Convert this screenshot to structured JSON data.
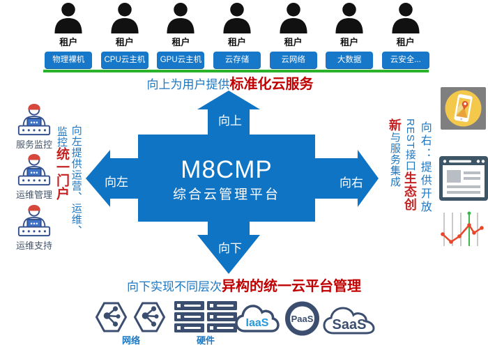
{
  "tenants": {
    "label": "租户",
    "services": [
      "物理裸机",
      "CPU云主机",
      "GPU云主机",
      "云存储",
      "云网络",
      "大数据",
      "云安全..."
    ]
  },
  "top_caption": {
    "blue": "向上为用户提供",
    "red": "标准化云服务"
  },
  "center": {
    "title": "M8CMP",
    "subtitle": "综合云管理平台",
    "arrow_up": "向上",
    "arrow_down": "向下",
    "arrow_left": "向左",
    "arrow_right": "向右"
  },
  "left_panel": {
    "items": [
      "服务监控",
      "运维管理",
      "运维支持"
    ],
    "col_outer": "向左提供运营、运维、",
    "col_inner_blue": "监控",
    "col_inner_red": "统一门户"
  },
  "right_panel": {
    "col1": "向右：提供开放",
    "col2_blue": "REST接口",
    "col2_red": "生态创",
    "col3_red": "新",
    "col3_blue": "与服务集成"
  },
  "bottom_caption": {
    "blue": "向下实现不同层次",
    "red": "异构的统一云平台管理"
  },
  "bottom_icons": {
    "network_label": "网络",
    "hardware_label": "硬件",
    "iaas": "IaaS",
    "paas": "PaaS",
    "saas": "SaaS"
  },
  "icons": {
    "tenant": "person-silhouette-icon",
    "left_items": "operator-at-desk-icon",
    "network": "hexagon-network-node-icon",
    "hardware": "server-rack-icon",
    "right_top": "mobile-app-map-icon",
    "right_middle": "browser-window-icon",
    "right_bottom": "line-chart-icon"
  },
  "colors": {
    "cross_blue": "#1074C5",
    "chip_blue": "#1777C9",
    "divider_green": "#2CB32C",
    "text_blue": "#1D76C0",
    "text_red": "#C00000",
    "icon_navy": "#3C4E6F",
    "ops_outline_navy": "#33518F",
    "cap_red": "#D6473C",
    "app_icon_yellow": "#F4C84B",
    "chart_red": "#E8472B",
    "chart_green": "#3CB54A"
  }
}
